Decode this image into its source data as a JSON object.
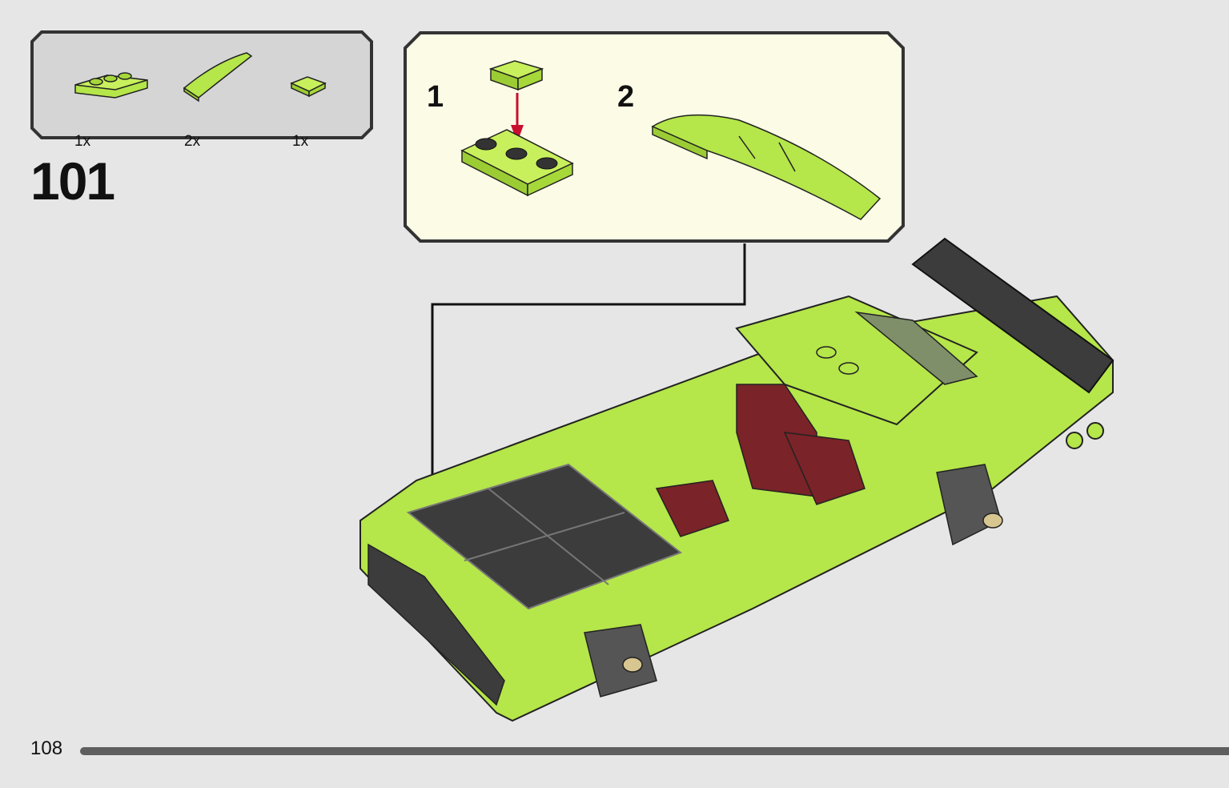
{
  "step": {
    "number": "101"
  },
  "parts": [
    {
      "part": "plate-1x3-lime",
      "quantity": "1x"
    },
    {
      "part": "curved-slope-lime",
      "quantity": "2x"
    },
    {
      "part": "tile-1x1-lime",
      "quantity": "1x"
    }
  ],
  "substeps": [
    {
      "number": "1"
    },
    {
      "number": "2"
    }
  ],
  "page": {
    "number": "108"
  },
  "colors": {
    "background": "#e6e6e6",
    "parts_box": "#d5d5d5",
    "substep_box": "#fcfbe6",
    "lime": "#b5e64a",
    "dark_grey": "#3c3c3c",
    "dark_red": "#7a2328",
    "arrow_red": "#c8102e"
  }
}
